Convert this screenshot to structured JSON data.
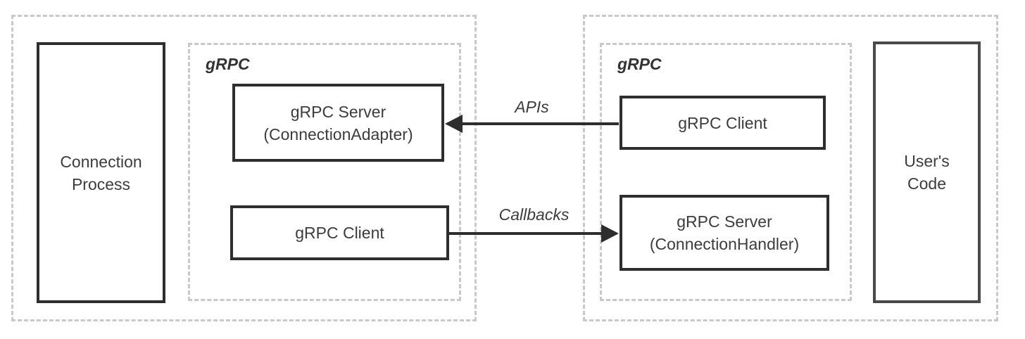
{
  "diagram": {
    "left_group": {
      "process_box": {
        "line1": "Connection",
        "line2": "Process"
      },
      "grpc_label": "gRPC",
      "server_box": {
        "line1": "gRPC Server",
        "line2": "(ConnectionAdapter)"
      },
      "client_box": {
        "label": "gRPC Client"
      }
    },
    "right_group": {
      "grpc_label": "gRPC",
      "client_box": {
        "label": "gRPC Client"
      },
      "server_box": {
        "line1": "gRPC Server",
        "line2": "(ConnectionHandler)"
      },
      "code_box": {
        "line1": "User's",
        "line2": "Code"
      }
    },
    "arrows": {
      "apis": {
        "label": "APIs",
        "direction": "left"
      },
      "callbacks": {
        "label": "Callbacks",
        "direction": "right"
      }
    },
    "colors": {
      "dashed_border": "#c9c9c9",
      "solid_border": "#2e2e2e",
      "users_code_border": "#4a4a4a",
      "text": "#3c3c3c",
      "background": "#ffffff"
    }
  }
}
